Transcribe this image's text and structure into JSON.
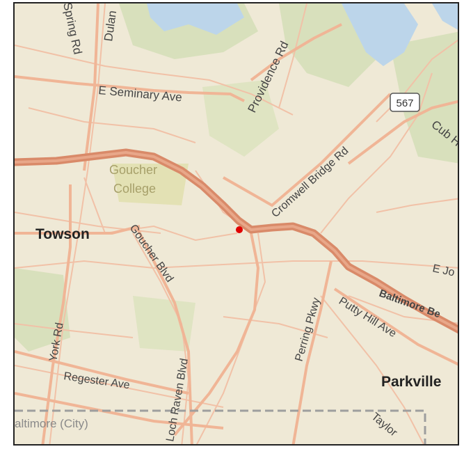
{
  "map": {
    "places": {
      "towson": "Towson",
      "parkville": "Parkville"
    },
    "landmarks": {
      "goucher_line1": "Goucher",
      "goucher_line2": "College"
    },
    "city_boundary": "altimore (City)",
    "route_shield": "567",
    "roads": {
      "spring_rd": "Spring Rd",
      "dulaney": "Dulan",
      "seminary_ave": "E Seminary Ave",
      "providence_rd": "Providence Rd",
      "cub_hill": "Cub H",
      "cromwell_bridge": "Cromwell Bridge Rd",
      "goucher_blvd": "Goucher Blvd",
      "e_joppa": "E Jo",
      "baltimore_beltway": "Baltimore Be",
      "putty_hill": "Putty Hill Ave",
      "perring_pkwy": "Perring Pkwy",
      "york_rd": "York Rd",
      "regester_ave": "Regester Ave",
      "loch_raven": "Loch Raven Blvd",
      "taylor": "Taylor"
    },
    "colors": {
      "land": "#efe9d6",
      "water": "#b8d3ea",
      "forest": "#d5dfb7",
      "major_road": "#d98a69",
      "minor_road": "#f3bfa3",
      "marker": "#e00000"
    }
  }
}
